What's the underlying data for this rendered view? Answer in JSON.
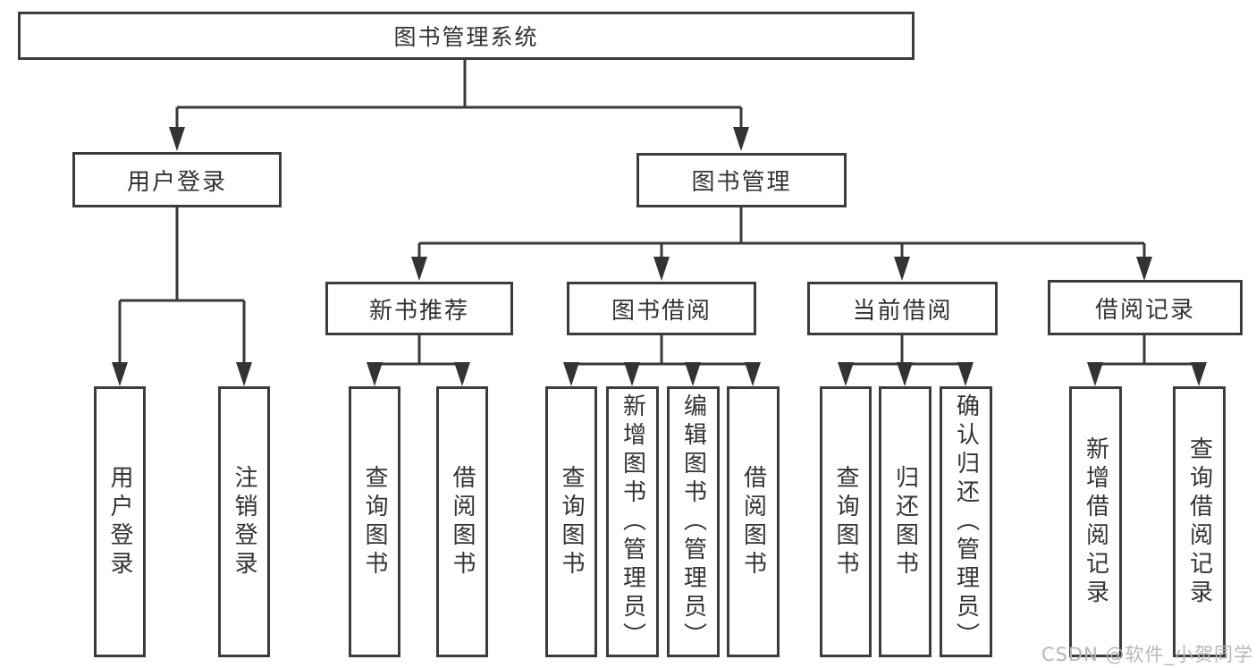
{
  "tree": {
    "root": {
      "label": "图书管理系统",
      "children": [
        {
          "label": "用户登录",
          "children": [
            {
              "label": "用户登录"
            },
            {
              "label": "注销登录"
            }
          ]
        },
        {
          "label": "图书管理",
          "children": [
            {
              "label": "新书推荐",
              "children": [
                {
                  "label": "查询图书"
                },
                {
                  "label": "借阅图书"
                }
              ]
            },
            {
              "label": "图书借阅",
              "children": [
                {
                  "label": "查询图书"
                },
                {
                  "label": "新增图书（管理员）"
                },
                {
                  "label": "编辑图书（管理员）"
                },
                {
                  "label": "借阅图书"
                }
              ]
            },
            {
              "label": "当前借阅",
              "children": [
                {
                  "label": "查询图书"
                },
                {
                  "label": "归还图书"
                },
                {
                  "label": "确认归还（管理员）"
                }
              ]
            },
            {
              "label": "借阅记录",
              "children": [
                {
                  "label": "新增借阅记录"
                },
                {
                  "label": "查询借阅记录"
                }
              ]
            }
          ]
        }
      ]
    }
  },
  "colors": {
    "line": "#3a3a3a",
    "arrow": "#333333",
    "border": "#3c3c3c",
    "text": "#333333",
    "watermark": "#b6b6bd"
  },
  "watermark": {
    "text": "CSDN @软件_小贺同学"
  }
}
